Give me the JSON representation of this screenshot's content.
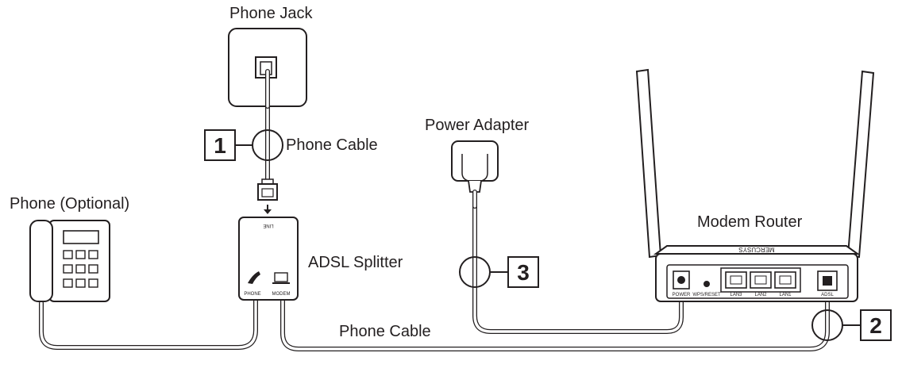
{
  "labels": {
    "phone_jack": "Phone Jack",
    "phone_cable_top": "Phone Cable",
    "power_adapter": "Power Adapter",
    "phone_optional": "Phone (Optional)",
    "adsl_splitter": "ADSL Splitter",
    "modem_router": "Modem Router",
    "phone_cable_bottom": "Phone Cable"
  },
  "steps": {
    "step1": "1",
    "step2": "2",
    "step3": "3"
  },
  "splitter": {
    "line": "LINE",
    "phone_port": "PHONE",
    "modem_port": "MODEM"
  },
  "router": {
    "brand": "MERCUSYS",
    "power_port": "POWER",
    "wps_reset": "WPS/RESET",
    "lan3": "LAN3",
    "lan2": "LAN2",
    "lan1": "LAN1",
    "adsl_port": "ADSL"
  }
}
